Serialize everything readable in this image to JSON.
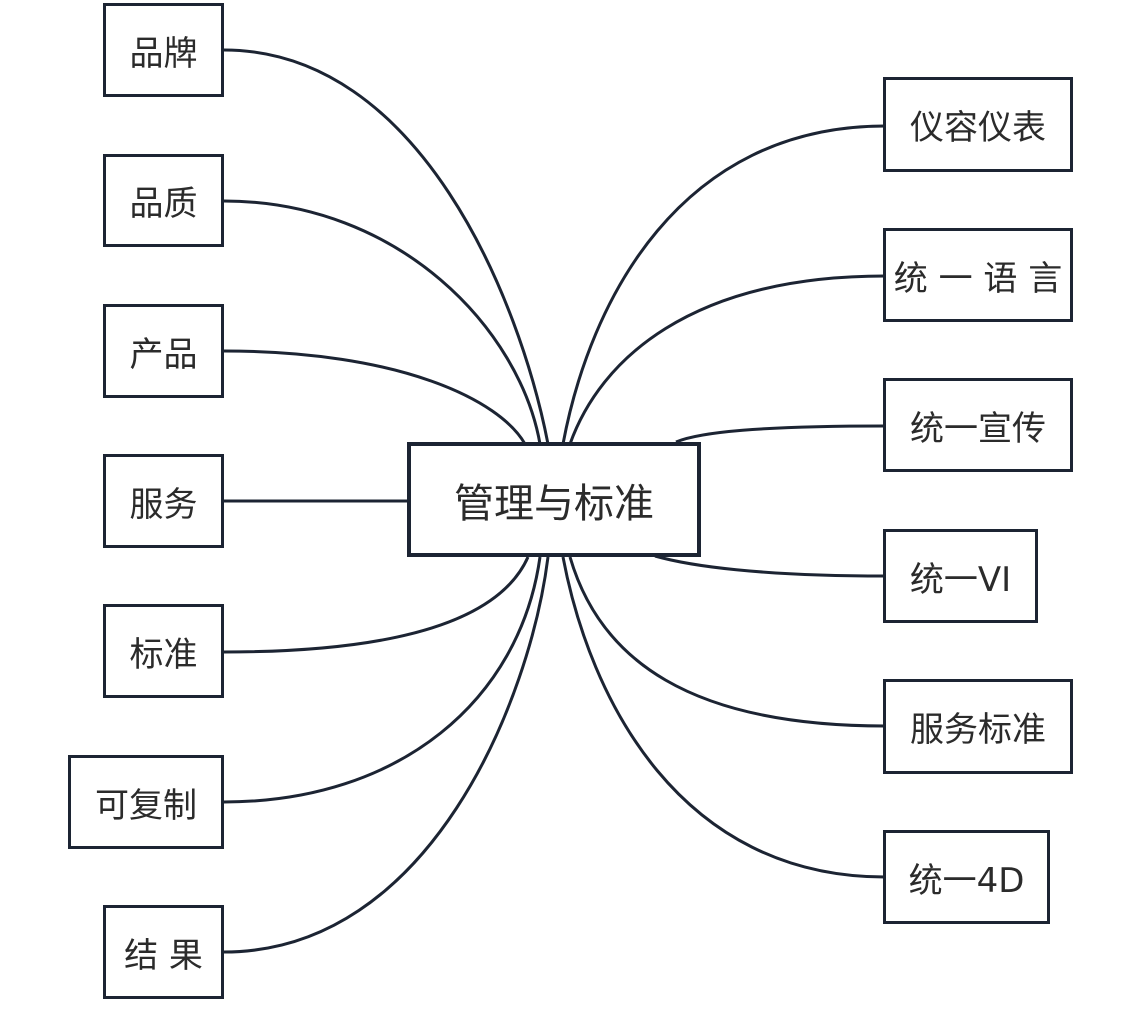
{
  "center": {
    "label": "管理与标准"
  },
  "left_nodes": [
    {
      "label": "品牌"
    },
    {
      "label": "品质"
    },
    {
      "label": "产品"
    },
    {
      "label": "服务"
    },
    {
      "label": "标准"
    },
    {
      "label": "可复制"
    },
    {
      "label": "结 果"
    }
  ],
  "right_nodes": [
    {
      "label": "仪容仪表"
    },
    {
      "label": "统 一 语 言"
    },
    {
      "label": "统一宣传"
    },
    {
      "label": "统一VI"
    },
    {
      "label": "服务标准"
    },
    {
      "label": "统一4D"
    }
  ],
  "colors": {
    "line": "#1c2433",
    "border": "#1c2433",
    "text": "#2b2b2b",
    "background": "#ffffff"
  }
}
